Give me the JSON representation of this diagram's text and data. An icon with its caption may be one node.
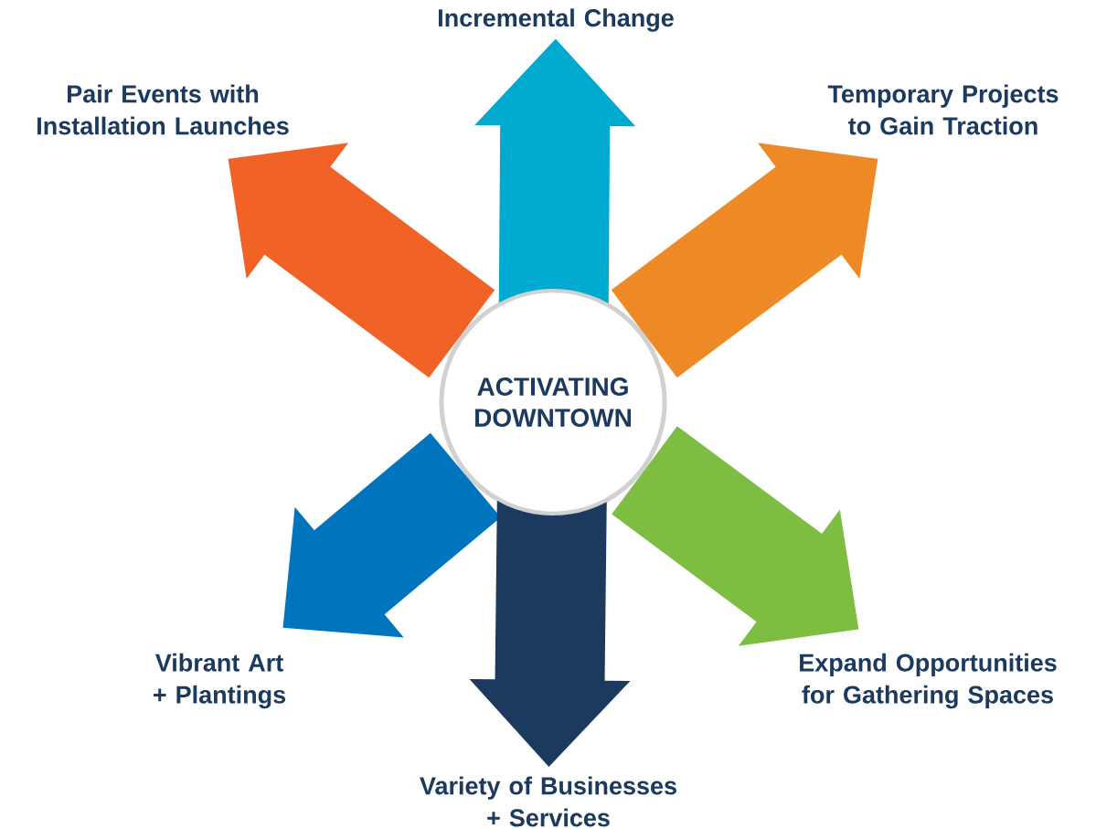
{
  "diagram": {
    "nodes": [
      {
        "text": [
          "ACTIVATING DOWNTOWN"
        ]
      },
      {
        "text": [
          "Incremental Change"
        ]
      },
      {
        "text": [
          "Pair Events with Installation Launches"
        ]
      },
      {
        "text": [
          "Temporary Projects to Gain Traction"
        ]
      },
      {
        "text": [
          "Vibrant Art + Plantings"
        ]
      },
      {
        "text": [
          "Expand Opportunities for Gathering Spaces"
        ]
      },
      {
        "text": [
          "Variety of Businesses + Services"
        ]
      }
    ],
    "edges": [
      {
        "from": 0,
        "to": 1,
        "arrow": "to",
        "color": "#00a9d0"
      },
      {
        "from": 0,
        "to": 2,
        "arrow": "to",
        "color": "#f06225"
      },
      {
        "from": 0,
        "to": 3,
        "arrow": "to",
        "color": "#ee8a25"
      },
      {
        "from": 0,
        "to": 4,
        "arrow": "to",
        "color": "#0075bd"
      },
      {
        "from": 0,
        "to": 5,
        "arrow": "to",
        "color": "#7dbd41"
      },
      {
        "from": 0,
        "to": 6,
        "arrow": "to",
        "color": "#1b3a5e"
      }
    ]
  }
}
